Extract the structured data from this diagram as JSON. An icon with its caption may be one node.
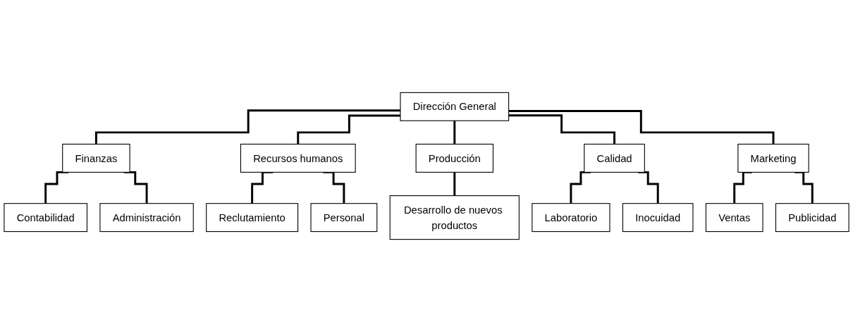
{
  "diagram": {
    "nodes": [
      {
        "text": [
          "Dirección General"
        ]
      },
      {
        "text": [
          "Finanzas"
        ]
      },
      {
        "text": [
          "Recursos humanos"
        ]
      },
      {
        "text": [
          "Producción"
        ]
      },
      {
        "text": [
          "Calidad"
        ]
      },
      {
        "text": [
          "Marketing"
        ]
      },
      {
        "text": [
          "Contabilidad"
        ]
      },
      {
        "text": [
          "Administración"
        ]
      },
      {
        "text": [
          "Reclutamiento"
        ]
      },
      {
        "text": [
          "Personal"
        ]
      },
      {
        "text": [
          "Desarrollo de nuevos productos"
        ]
      },
      {
        "text": [
          "Laboratorio"
        ]
      },
      {
        "text": [
          "Inocuidad"
        ]
      },
      {
        "text": [
          "Ventas"
        ]
      },
      {
        "text": [
          "Publicidad"
        ]
      }
    ],
    "edges": [
      {
        "from": 0,
        "to": 1,
        "arrow": "none"
      },
      {
        "from": 0,
        "to": 2,
        "arrow": "none"
      },
      {
        "from": 0,
        "to": 3,
        "arrow": "none"
      },
      {
        "from": 0,
        "to": 4,
        "arrow": "none"
      },
      {
        "from": 0,
        "to": 5,
        "arrow": "none"
      },
      {
        "from": 1,
        "to": 6,
        "arrow": "none"
      },
      {
        "from": 1,
        "to": 7,
        "arrow": "none"
      },
      {
        "from": 2,
        "to": 8,
        "arrow": "none"
      },
      {
        "from": 2,
        "to": 9,
        "arrow": "none"
      },
      {
        "from": 3,
        "to": 10,
        "arrow": "none"
      },
      {
        "from": 4,
        "to": 11,
        "arrow": "none"
      },
      {
        "from": 4,
        "to": 12,
        "arrow": "none"
      },
      {
        "from": 5,
        "to": 13,
        "arrow": "none"
      },
      {
        "from": 5,
        "to": 14,
        "arrow": "none"
      }
    ]
  }
}
